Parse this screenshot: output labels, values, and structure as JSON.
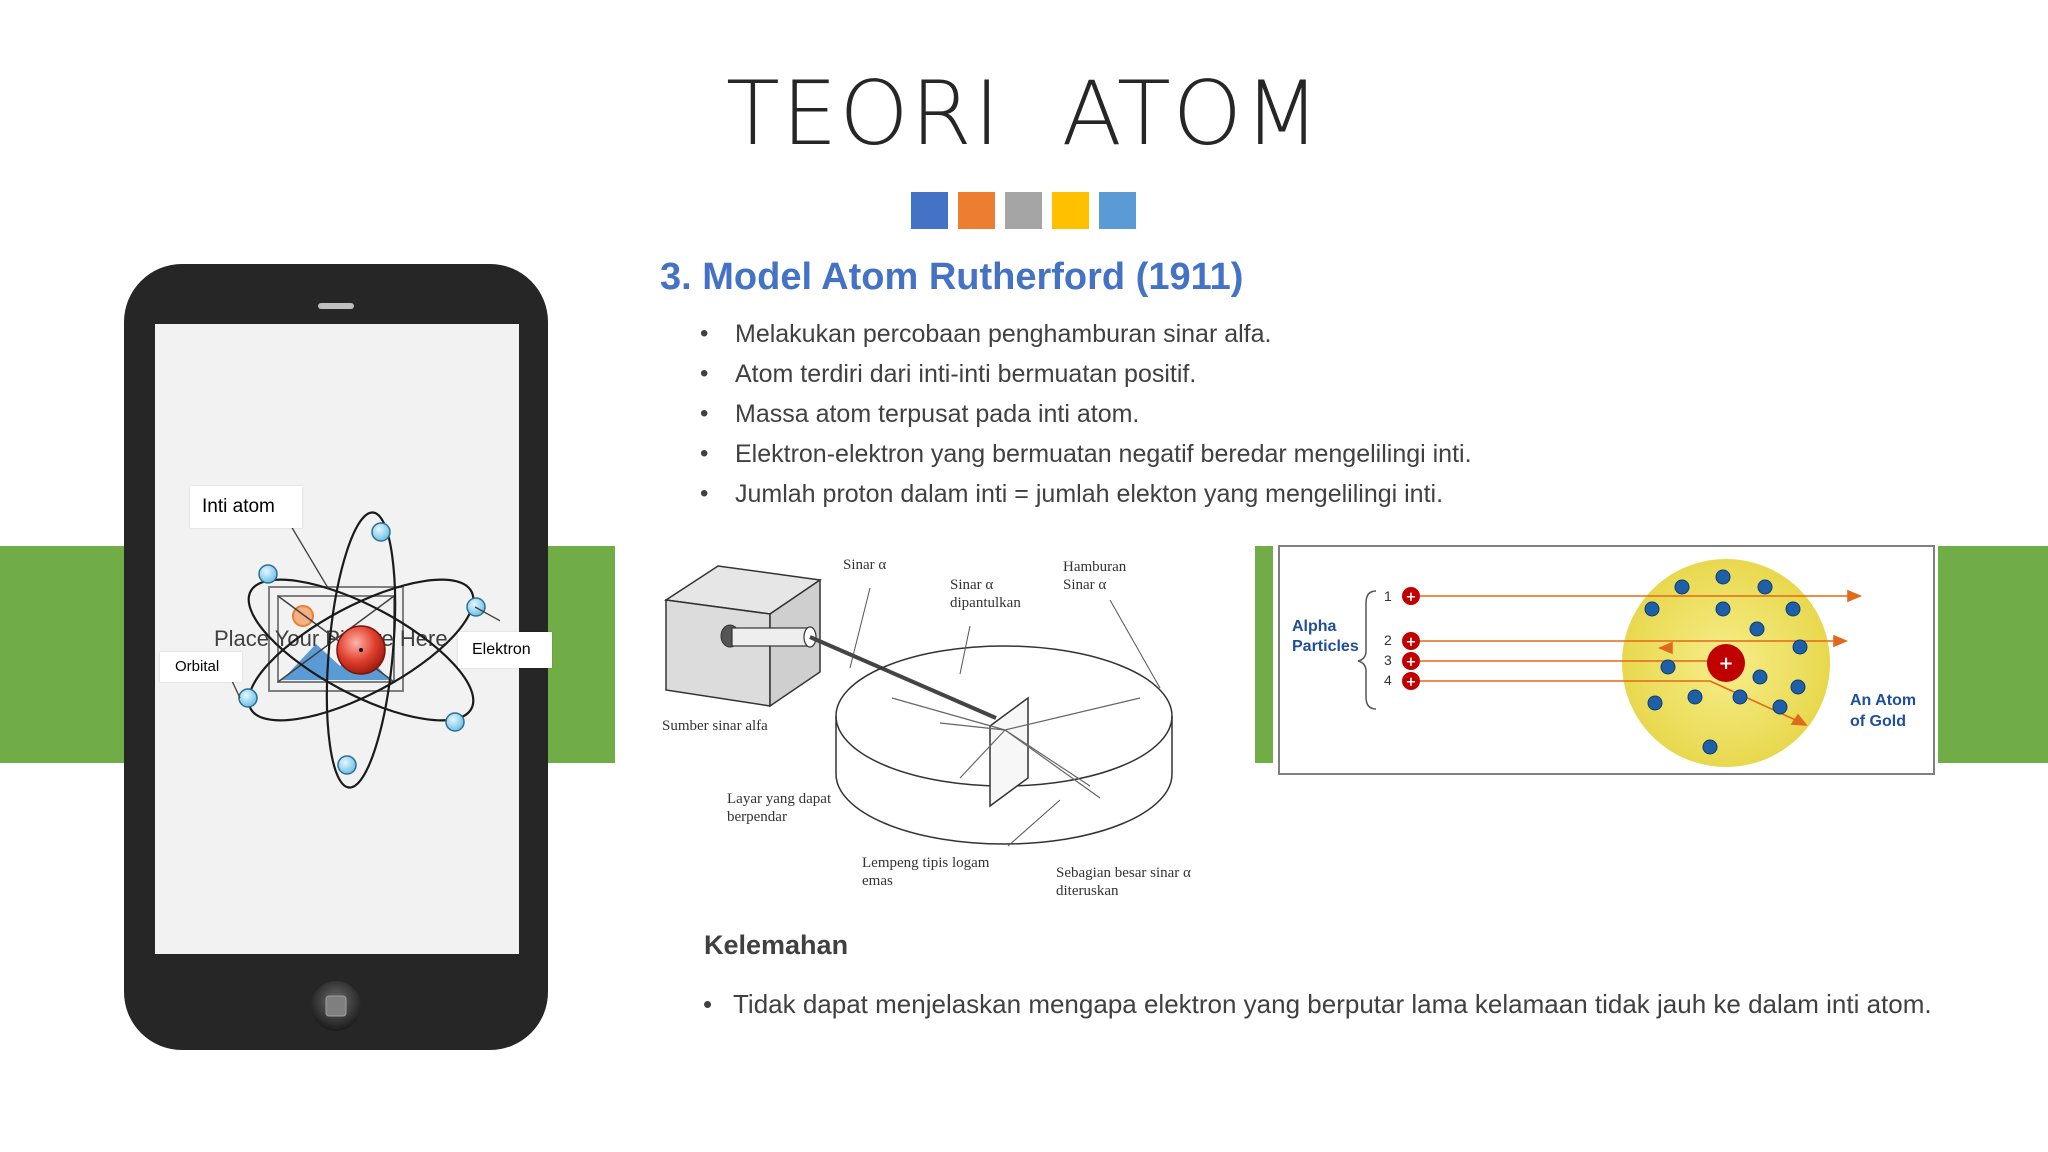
{
  "slide": {
    "title": "TEORI  ATOM",
    "swatch_colors": [
      "#4472c4",
      "#ed7d31",
      "#a5a5a5",
      "#ffc000",
      "#5b9bd5"
    ],
    "subtitle": "3. Model Atom Rutherford (1911)",
    "bullets": [
      "Melakukan percobaan penghamburan sinar alfa.",
      "Atom terdiri dari inti-inti bermuatan positif.",
      "Massa atom terpusat pada inti atom.",
      "Elektron-elektron yang bermuatan negatif beredar mengelilingi inti.",
      "Jumlah proton dalam inti = jumlah elekton yang mengelilingi inti."
    ],
    "weakness_heading": "Kelemahan",
    "weakness_text": "Tidak dapat menjelaskan mengapa elektron yang berputar lama kelamaan tidak jauh ke dalam inti atom."
  },
  "phone": {
    "placeholder": "Place Your Picture Here",
    "callouts": {
      "nucleus": "Inti atom",
      "electron": "Elektron",
      "orbital": "Orbital"
    }
  },
  "experiment_figure": {
    "labels": {
      "alpha_ray": "Sinar α",
      "reflected": "Sinar α dipantulkan",
      "scattered": "Hamburan Sinar α",
      "source": "Sumber sinar alfa",
      "screen": "Layar yang dapat berpendar",
      "gold_foil": "Lempeng tipis logam emas",
      "passed": "Sebagian besar sinar α diteruskan"
    }
  },
  "gold_atom_figure": {
    "alpha_label": "Alpha Particles",
    "atom_label": "An Atom of Gold",
    "particle_numbers": [
      "1",
      "2",
      "3",
      "4"
    ],
    "nucleus_sign": "+"
  },
  "colors": {
    "accent_blue": "#4472c4",
    "band_green": "#70ad47",
    "phone_body": "#262626"
  }
}
